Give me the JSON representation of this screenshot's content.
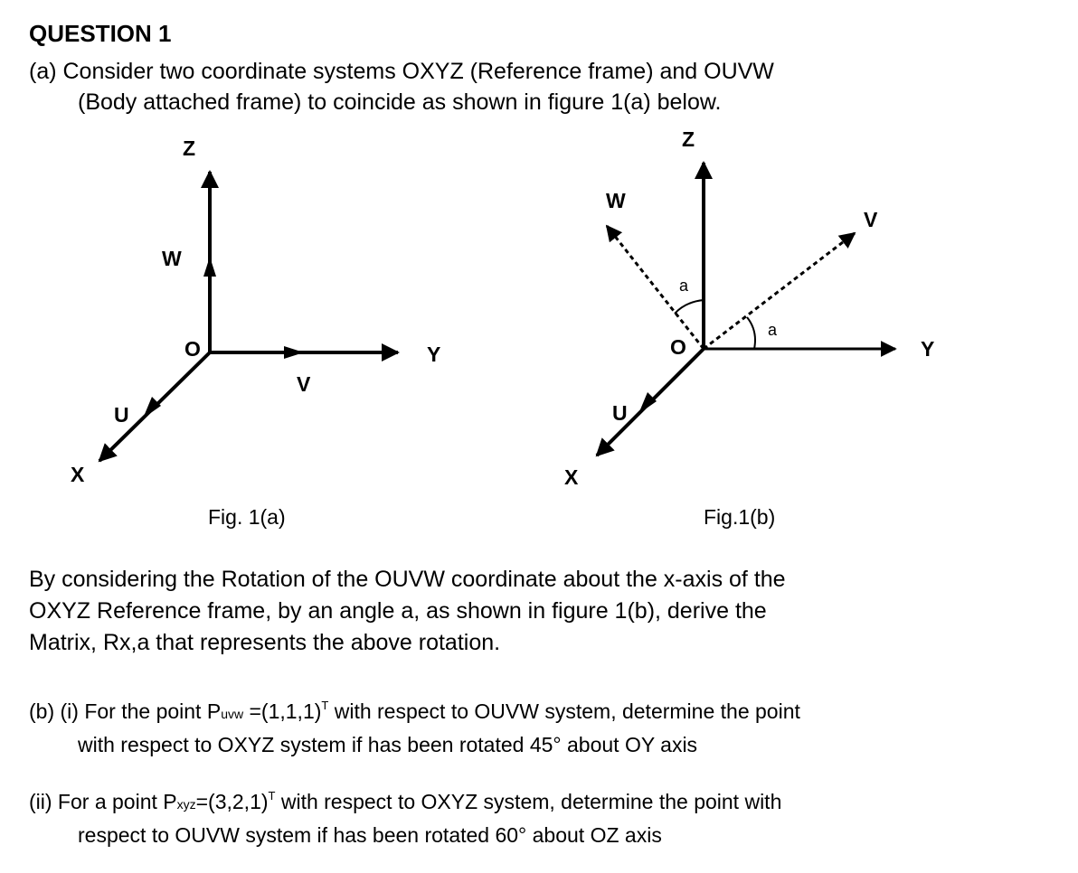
{
  "heading": "QUESTION 1",
  "part_a": {
    "line1": "(a) Consider two coordinate systems OXYZ (Reference frame) and OUVW",
    "line2": "(Body attached frame) to coincide as shown in figure 1(a) below."
  },
  "fig_a": {
    "caption": "Fig. 1(a)",
    "labels": {
      "z": "Z",
      "w": "W",
      "o": "O",
      "y": "Y",
      "v": "V",
      "u": "U",
      "x": "X"
    }
  },
  "fig_b": {
    "caption": "Fig.1(b)",
    "labels": {
      "z": "Z",
      "w": "W",
      "v": "V",
      "o": "O",
      "y": "Y",
      "u": "U",
      "x": "X",
      "angle1": "a",
      "angle2": "a"
    }
  },
  "rotation_paragraph": {
    "line1": "By considering the Rotation of the OUVW coordinate about the x-axis of the",
    "line2": "OXYZ Reference frame, by an angle a, as shown in figure 1(b), derive the",
    "line3": "Matrix, Rx,a that represents the above rotation."
  },
  "part_b": {
    "pre": "(b) (i) For the point P",
    "sub": "uvw",
    "mid": " =(1,1,1)",
    "sup": "T",
    "post": " with respect to OUVW  system, determine the point",
    "line2": "with respect to OXYZ system if has been rotated 45° about OY axis"
  },
  "part_c": {
    "pre": "(ii) For a point P",
    "sub": "xyz",
    "mid": "=(3,2,1)",
    "sup": "T",
    "post": " with respect to OXYZ  system, determine the point with",
    "line2": "respect to OUVW system if has been rotated 60° about OZ axis"
  }
}
